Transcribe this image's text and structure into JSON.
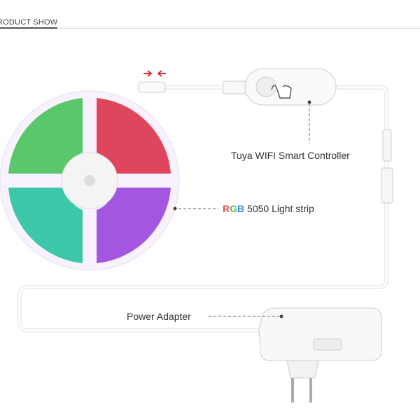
{
  "header": {
    "title": "RODUCT SHOW"
  },
  "labels": {
    "controller": "Tuya WIFI Smart Controller",
    "strip_r": "R",
    "strip_g": "G",
    "strip_b": "B",
    "strip_rest": " 5050 Light strip",
    "adapter": "Power Adapter"
  },
  "colors": {
    "r": "#e84a4a",
    "g": "#4cc35a",
    "b": "#3f8fe0",
    "text": "#333333",
    "arrow": "#e32a2a"
  }
}
